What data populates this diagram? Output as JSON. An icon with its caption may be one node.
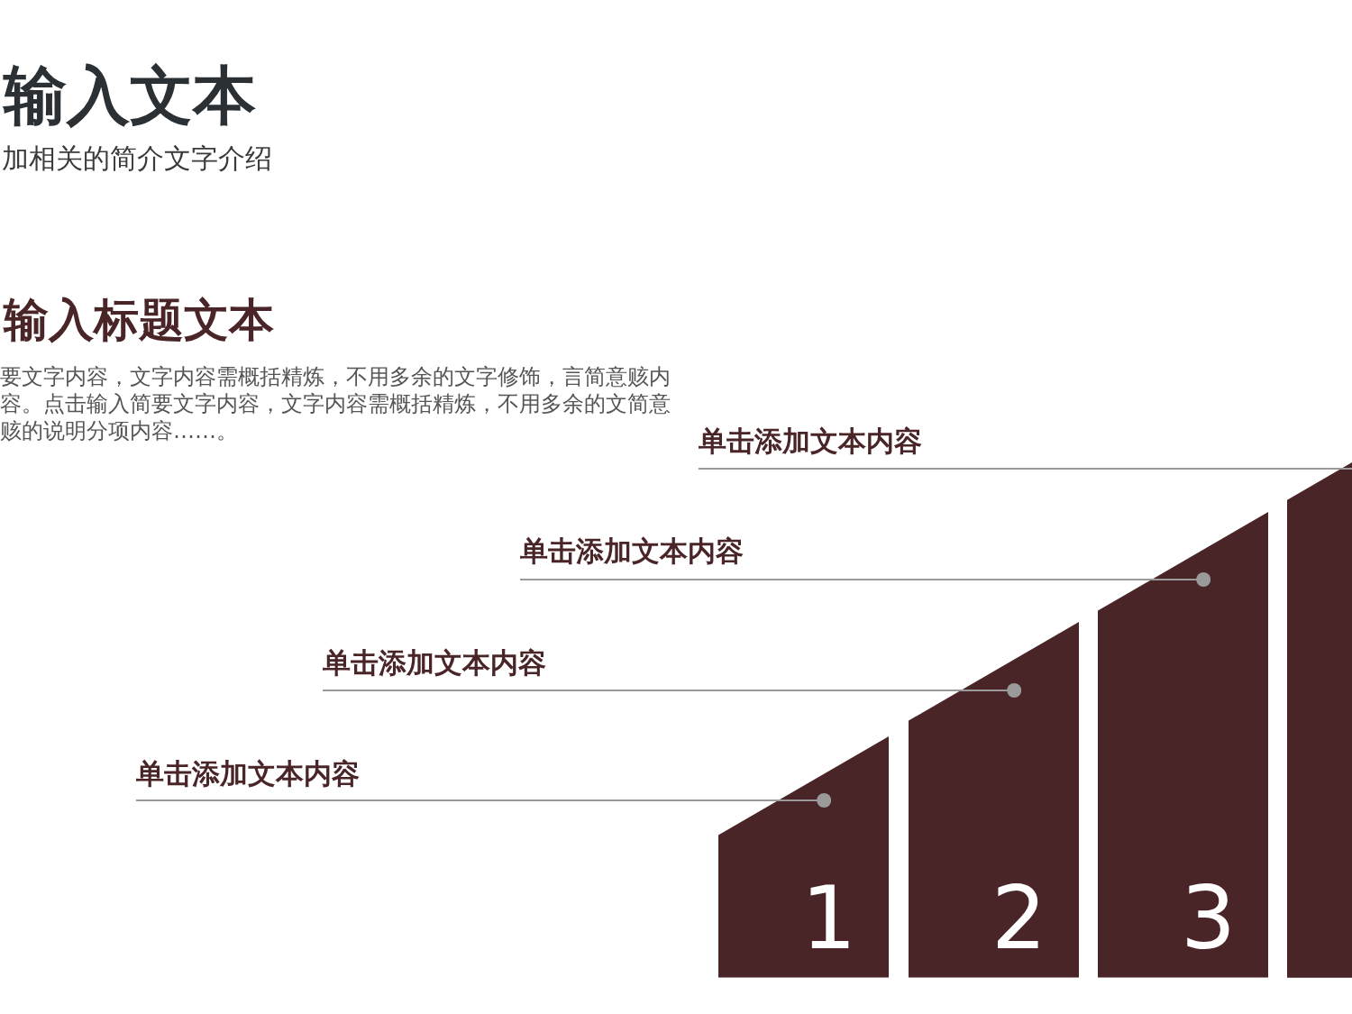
{
  "diagram": {
    "title": "输入文本",
    "nodes": [
      {
        "text": [
          "单击添加文本内容"
        ]
      },
      {
        "text": [
          "单击添加文本内容"
        ]
      },
      {
        "text": [
          "单击添加文本内容"
        ]
      },
      {
        "text": [
          "单击添加文本内容"
        ]
      },
      {
        "text": [
          "1"
        ]
      },
      {
        "text": [
          "2"
        ]
      },
      {
        "text": [
          "3"
        ]
      },
      {
        "text": [],
        "shape": "bar"
      }
    ],
    "edges": [
      {
        "from": 0,
        "to": 7,
        "arrow": "none"
      },
      {
        "from": 1,
        "to": 6,
        "arrow": "other"
      },
      {
        "from": 2,
        "to": 5,
        "arrow": "other"
      },
      {
        "from": 3,
        "to": 4,
        "arrow": "other"
      }
    ],
    "labels": [
      "加相关的简介文字介绍",
      "输入标题文本",
      "要文字内容，文字内容需概括精炼，不用多余的文字修饰，言简意赅内容。点击输入简要文字内容，文字内容需概括精炼，不用多余的文简意赅的说明分项内容……。"
    ]
  }
}
